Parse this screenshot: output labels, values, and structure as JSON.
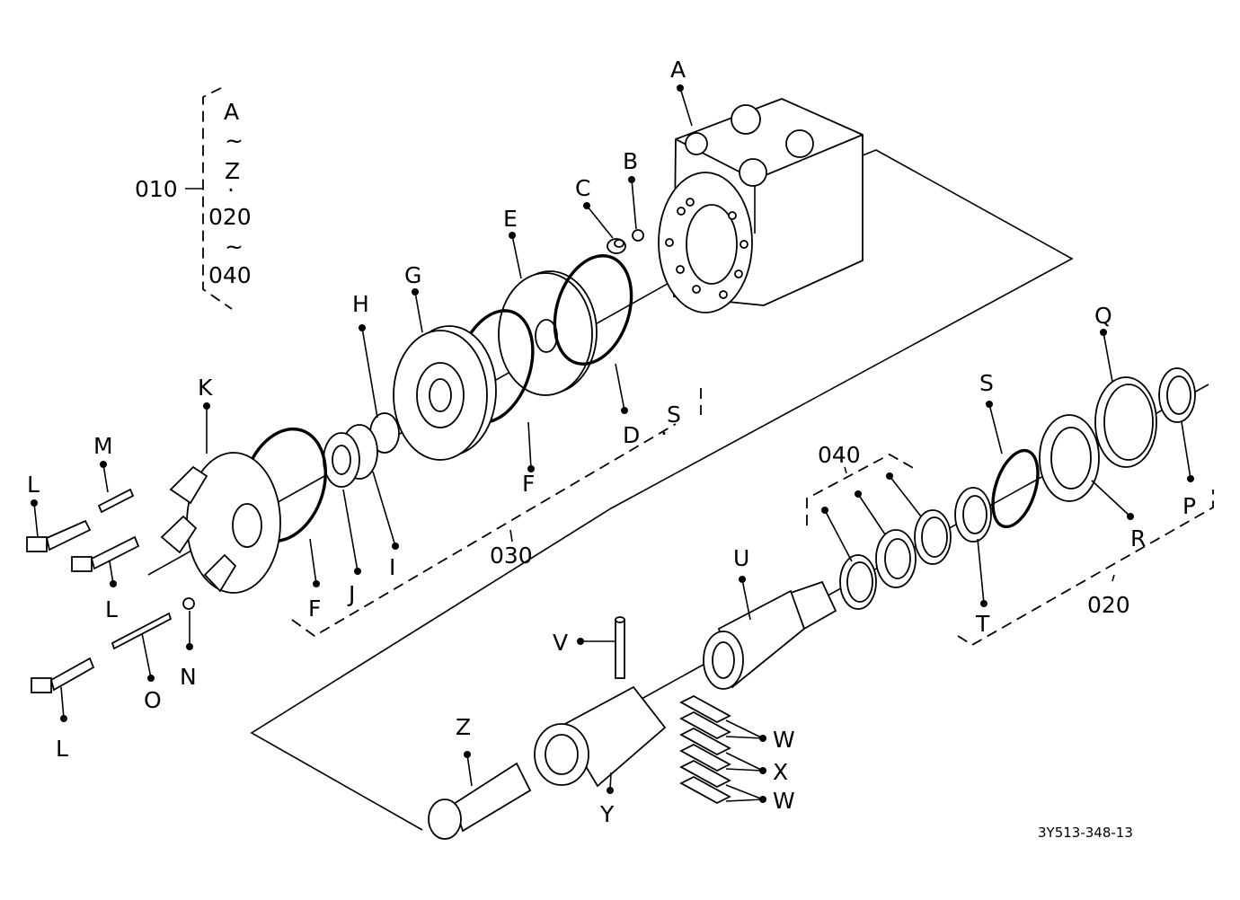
{
  "legend": {
    "group": "010",
    "lines": [
      "A",
      "~",
      "Z",
      "·",
      "020",
      "~",
      "040"
    ]
  },
  "labels": {
    "A": "A",
    "B": "B",
    "C": "C",
    "D": "D",
    "S1": "S",
    "E": "E",
    "F1": "F",
    "F2": "F",
    "G": "G",
    "H": "H",
    "I": "I",
    "J": "J",
    "K": "K",
    "L1": "L",
    "L2": "L",
    "L3": "L",
    "M": "M",
    "N": "N",
    "O": "O",
    "P": "P",
    "Q": "Q",
    "R": "R",
    "S2": "S",
    "T": "T",
    "U": "U",
    "V": "V",
    "W1": "W",
    "X": "X",
    "W2": "W",
    "Y": "Y",
    "Z": "Z",
    "g030": "030",
    "g020": "020",
    "g040": "040"
  },
  "drawing_code": "3Y513-348-13"
}
